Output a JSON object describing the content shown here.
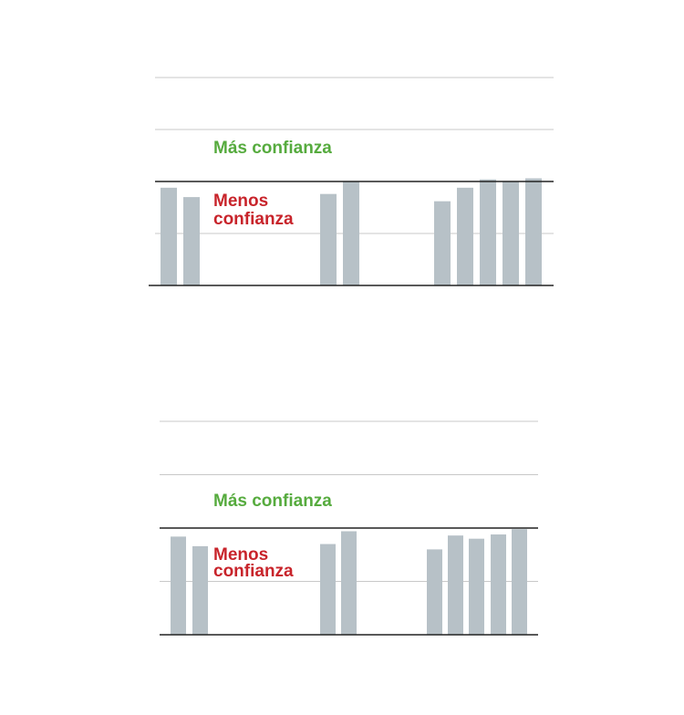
{
  "colors": {
    "bar": "#b7c1c7",
    "grid": "#c8c8c8",
    "axis": "#222222",
    "more_trust": "#56ab3e",
    "less_trust": "#c8242b"
  },
  "chart_data": [
    {
      "type": "bar",
      "ylim": [
        0,
        2
      ],
      "reference_value": 1,
      "grid": true,
      "annotations": {
        "more_trust": "Más confianza",
        "less_trust_line1": "Menos",
        "less_trust_line2": "confianza"
      },
      "groups": [
        {
          "values": [
            0.94,
            0.85
          ]
        },
        {
          "values": [
            0.88,
            1.0
          ]
        },
        {
          "values": [
            0.81,
            0.94,
            1.02,
            1.0,
            1.03
          ]
        }
      ]
    },
    {
      "type": "bar",
      "ylim": [
        0,
        2
      ],
      "reference_value": 1,
      "grid": true,
      "annotations": {
        "more_trust": "Más confianza",
        "less_trust_line1": "Menos",
        "less_trust_line2": "confianza"
      },
      "groups": [
        {
          "values": [
            0.92,
            0.83
          ]
        },
        {
          "values": [
            0.85,
            0.97
          ]
        },
        {
          "values": [
            0.8,
            0.93,
            0.9,
            0.94,
            0.99
          ]
        }
      ]
    }
  ]
}
